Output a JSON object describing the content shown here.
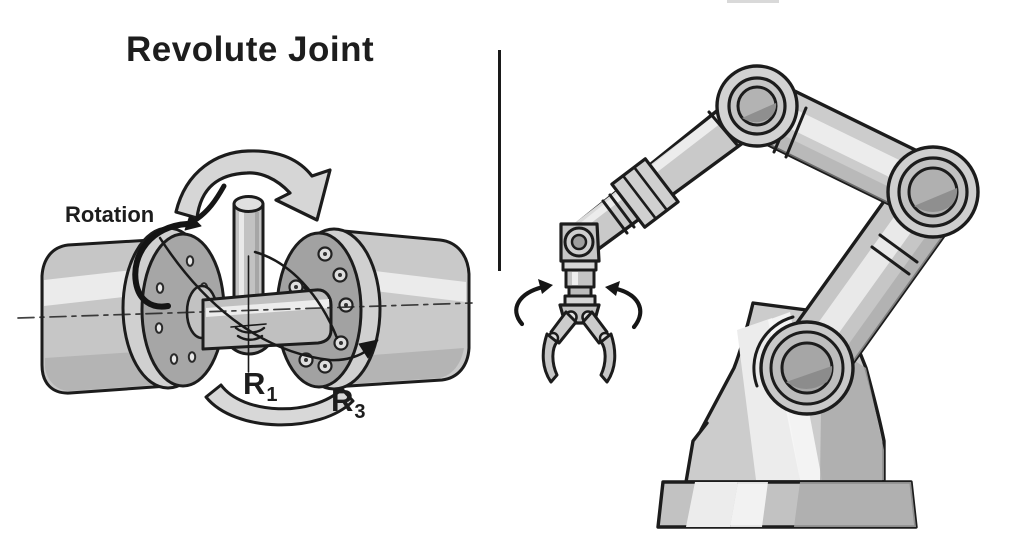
{
  "left_panel": {
    "title": "Revolute Joint",
    "rotation_label": "Rotation",
    "labels": [
      {
        "base": "R",
        "sub": "1"
      },
      {
        "base": "R",
        "sub": "3"
      }
    ]
  },
  "colors": {
    "background": "#ffffff",
    "outline": "#1c1c1c",
    "text": "#1d1d1d",
    "divider": "#1a1a1a",
    "metal_light": "#e9e9e9",
    "metal_mid": "#c7c7c7",
    "metal_dark": "#a3a3a3",
    "arrow_fill": "#d6d6d6"
  }
}
